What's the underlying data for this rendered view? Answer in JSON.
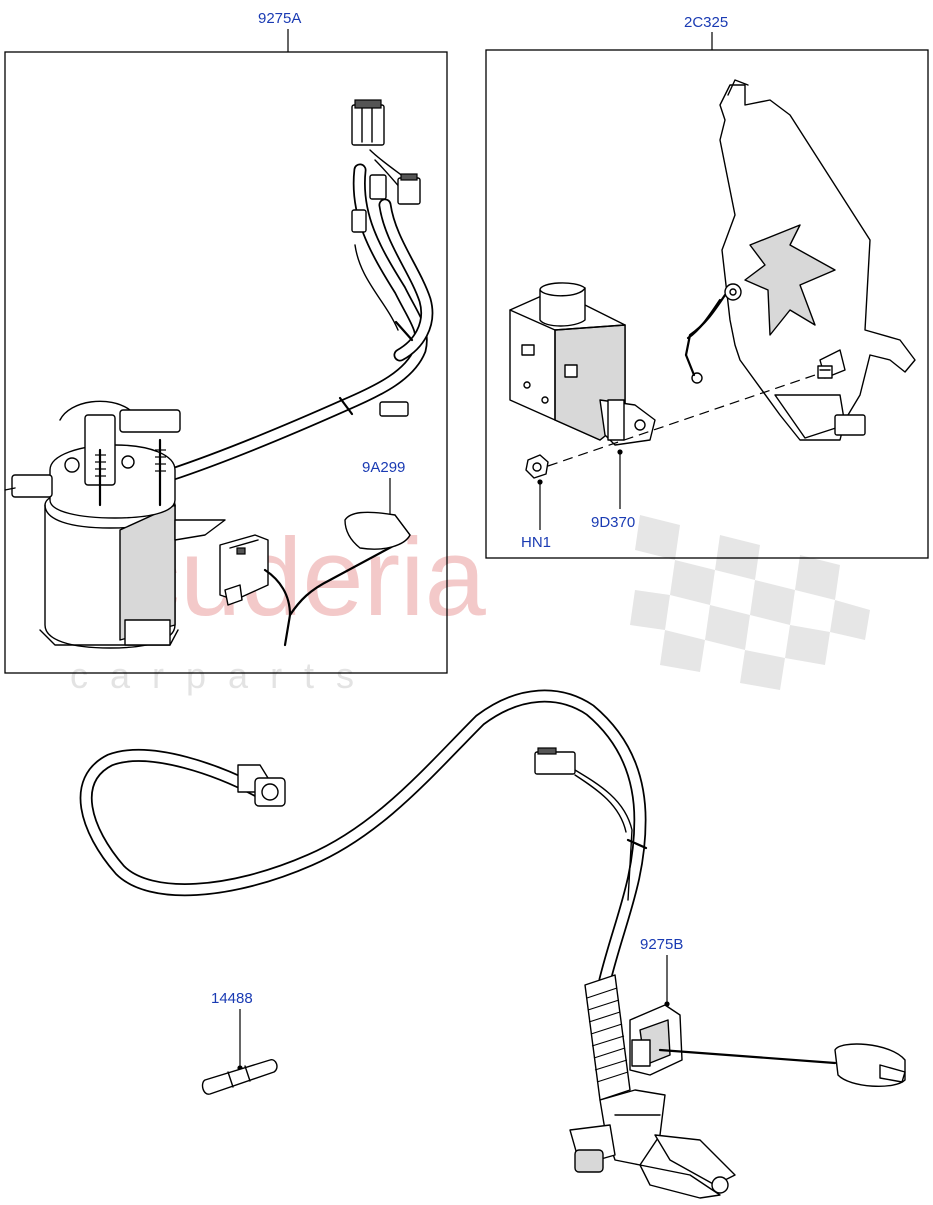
{
  "watermark": {
    "brand": "scuderia",
    "tagline": "c a r   p a r t s"
  },
  "labels": {
    "fuel_pump_assembly": "9275A",
    "bracket_assembly": "2C325",
    "fuel_sender_unit": "9A299",
    "control_module": "9D370",
    "nut": "HN1",
    "fuel_sender_assembly": "9275B",
    "connector_pin": "14488"
  },
  "colors": {
    "label_text": "#1a3bb3",
    "watermark_red": "#f3c9c9",
    "watermark_grey": "#e3e3e3"
  }
}
